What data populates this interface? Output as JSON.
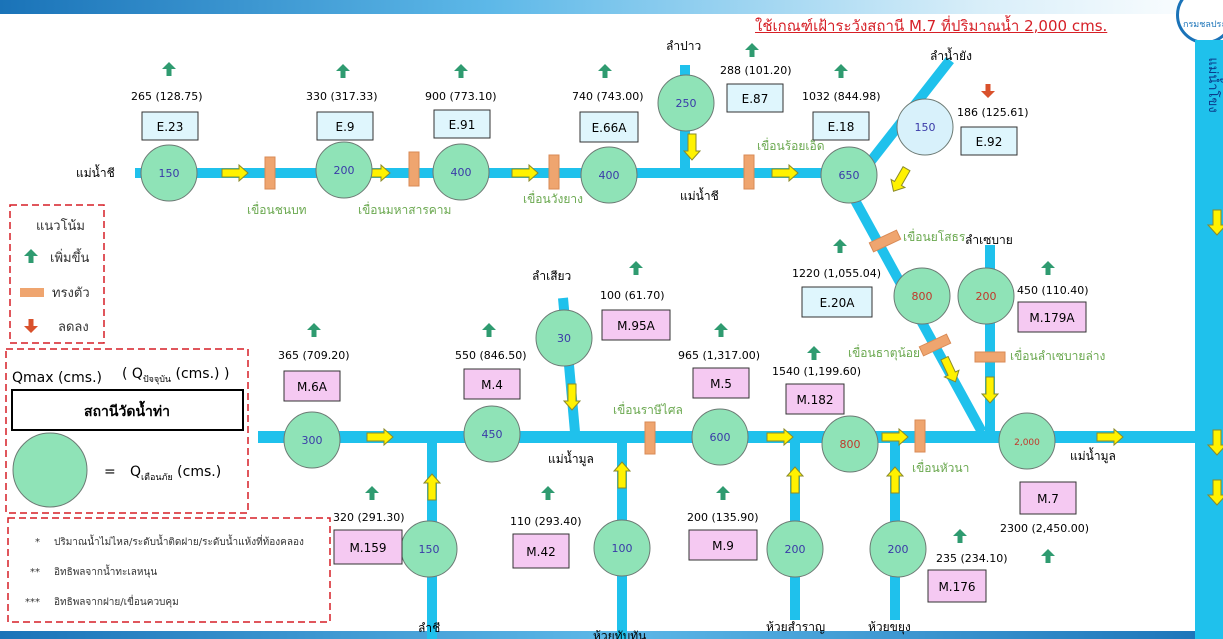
{
  "title": "ใช้เกณฑ์เฝ้าระวังสถานี M.7 ที่ปริมาณน้ำ 2,000 cms.",
  "logo_text": "กรมชลประทาน",
  "river_labels": {
    "mekong": "แม่น้ำโขง",
    "chi_west": "แม่น้ำชี",
    "chi_mid": "แม่น้ำชี",
    "lam_pao": "ลำปาว",
    "lam_nam_yang": "ลำน้ำยัง",
    "lam_se_bai": "ลำเซบาย",
    "lam_siao": "ลำเสียว",
    "mun_mid": "แม่น้ำมูล",
    "mun_east": "แม่น้ำมูล",
    "lam_chi": "ลำชี",
    "huai_thap_than": "ห้วยทับทัน",
    "huai_samran": "ห้วยสำราญ",
    "huai_khayung": "ห้วยขยุง"
  },
  "dams": {
    "chonnabot": "เขื่อนชนบท",
    "maha_sarakham": "เขื่อนมหาสารคาม",
    "wang_yang": "เขื่อนวังยาง",
    "roi_et": "เขื่อนร้อยเอ็ด",
    "yasothon": "เขื่อนยโสธร",
    "that_noi": "เขื่อนธาตุน้อย",
    "lam_se_bai_lang": "เขื่อนลำเซบายล่าง",
    "rasi_salai": "เขื่อนราษีไศล",
    "hua_na": "เขื่อนหัวนา"
  },
  "stations": {
    "e23": {
      "code": "E.23",
      "reading": "265 (128.75)",
      "qwarn": "150",
      "trend": "up"
    },
    "e9": {
      "code": "E.9",
      "reading": "330 (317.33)",
      "qwarn": "200",
      "trend": "up"
    },
    "e91": {
      "code": "E.91",
      "reading": "900 (773.10)",
      "qwarn": "400",
      "trend": "up"
    },
    "e66a": {
      "code": "E.66A",
      "reading": "740 (743.00)",
      "qwarn": "400",
      "trend": "up"
    },
    "e87": {
      "code": "E.87",
      "reading": "288 (101.20)",
      "qwarn": "250",
      "trend": "up"
    },
    "e18": {
      "code": "E.18",
      "reading": "1032 (844.98)",
      "qwarn": "650",
      "trend": "up"
    },
    "e92": {
      "code": "E.92",
      "reading": "186 (125.61)",
      "qwarn": "150",
      "trend": "down"
    },
    "e20a": {
      "code": "E.20A",
      "reading": "1220 (1,055.04)",
      "qwarn": "800",
      "trend": "up"
    },
    "m179a": {
      "code": "M.179A",
      "reading": "450 (110.40)",
      "qwarn": "200",
      "trend": "up"
    },
    "m95a": {
      "code": "M.95A",
      "reading": "100 (61.70)",
      "qwarn": "30",
      "trend": "up"
    },
    "m6a": {
      "code": "M.6A",
      "reading": "365 (709.20)",
      "qwarn": "300",
      "trend": "up"
    },
    "m4": {
      "code": "M.4",
      "reading": "550 (846.50)",
      "qwarn": "450",
      "trend": "up"
    },
    "m5": {
      "code": "M.5",
      "reading": "965 (1,317.00)",
      "qwarn": "600",
      "trend": "up"
    },
    "m182": {
      "code": "M.182",
      "reading": "1540 (1,199.60)",
      "qwarn": "800",
      "trend": "up"
    },
    "m7": {
      "code": "M.7",
      "reading": "2300 (2,450.00)",
      "qwarn": "2,000",
      "trend": "up"
    },
    "m159": {
      "code": "M.159",
      "reading": "320 (291.30)",
      "qwarn": "150",
      "trend": "up"
    },
    "m42": {
      "code": "M.42",
      "reading": "110 (293.40)",
      "qwarn": "100",
      "trend": "up"
    },
    "m9": {
      "code": "M.9",
      "reading": "200 (135.90)",
      "qwarn": "200",
      "trend": "up"
    },
    "m176": {
      "code": "M.176",
      "reading": "235 (234.10)",
      "qwarn": "200",
      "trend": "up"
    }
  },
  "extra_circles": {
    "huai_samran": "200"
  },
  "trend_legend": {
    "title": "แนวโน้ม",
    "rise": "เพิ่มขึ้น",
    "steady": "ทรงตัว",
    "fall": "ลดลง"
  },
  "key_legend": {
    "qmax": "Qmax (cms.)",
    "qnow_prefix": "( Q",
    "qnow_sub": "ปัจจุบัน",
    "qnow_suffix": " (cms.) )",
    "station_box": "สถานีวัดน้ำท่า",
    "equals": "=",
    "qwarn_prefix": "Q",
    "qwarn_sub": "เตือนภัย",
    "qwarn_suffix": " (cms.)"
  },
  "notes": [
    {
      "mark": "*",
      "text": "ปริมาณน้ำไม่ไหล/ระดับน้ำติดฝาย/ระดับน้ำแห้งที่ท้องคลอง"
    },
    {
      "mark": "**",
      "text": "อิทธิพลจากน้ำทะเลหนุน"
    },
    {
      "mark": "***",
      "text": "อิทธิพลจากฝาย/เขื่อนควบคุม"
    }
  ],
  "colors": {
    "river": "#1fc1ec",
    "circle_fill": "#8fe3b7",
    "circle_pale": "#d8f1fb",
    "e_box_fill": "#dff6fd",
    "m_box_fill": "#f5c9f2",
    "up_arrow": "#2f9b70",
    "down_arrow": "#d9512c",
    "dam": "#efa56f",
    "flow_arrow": "#fff200",
    "legend_border": "#d61f26",
    "dam_label": "#6aa84f",
    "title": "#d61f26"
  }
}
